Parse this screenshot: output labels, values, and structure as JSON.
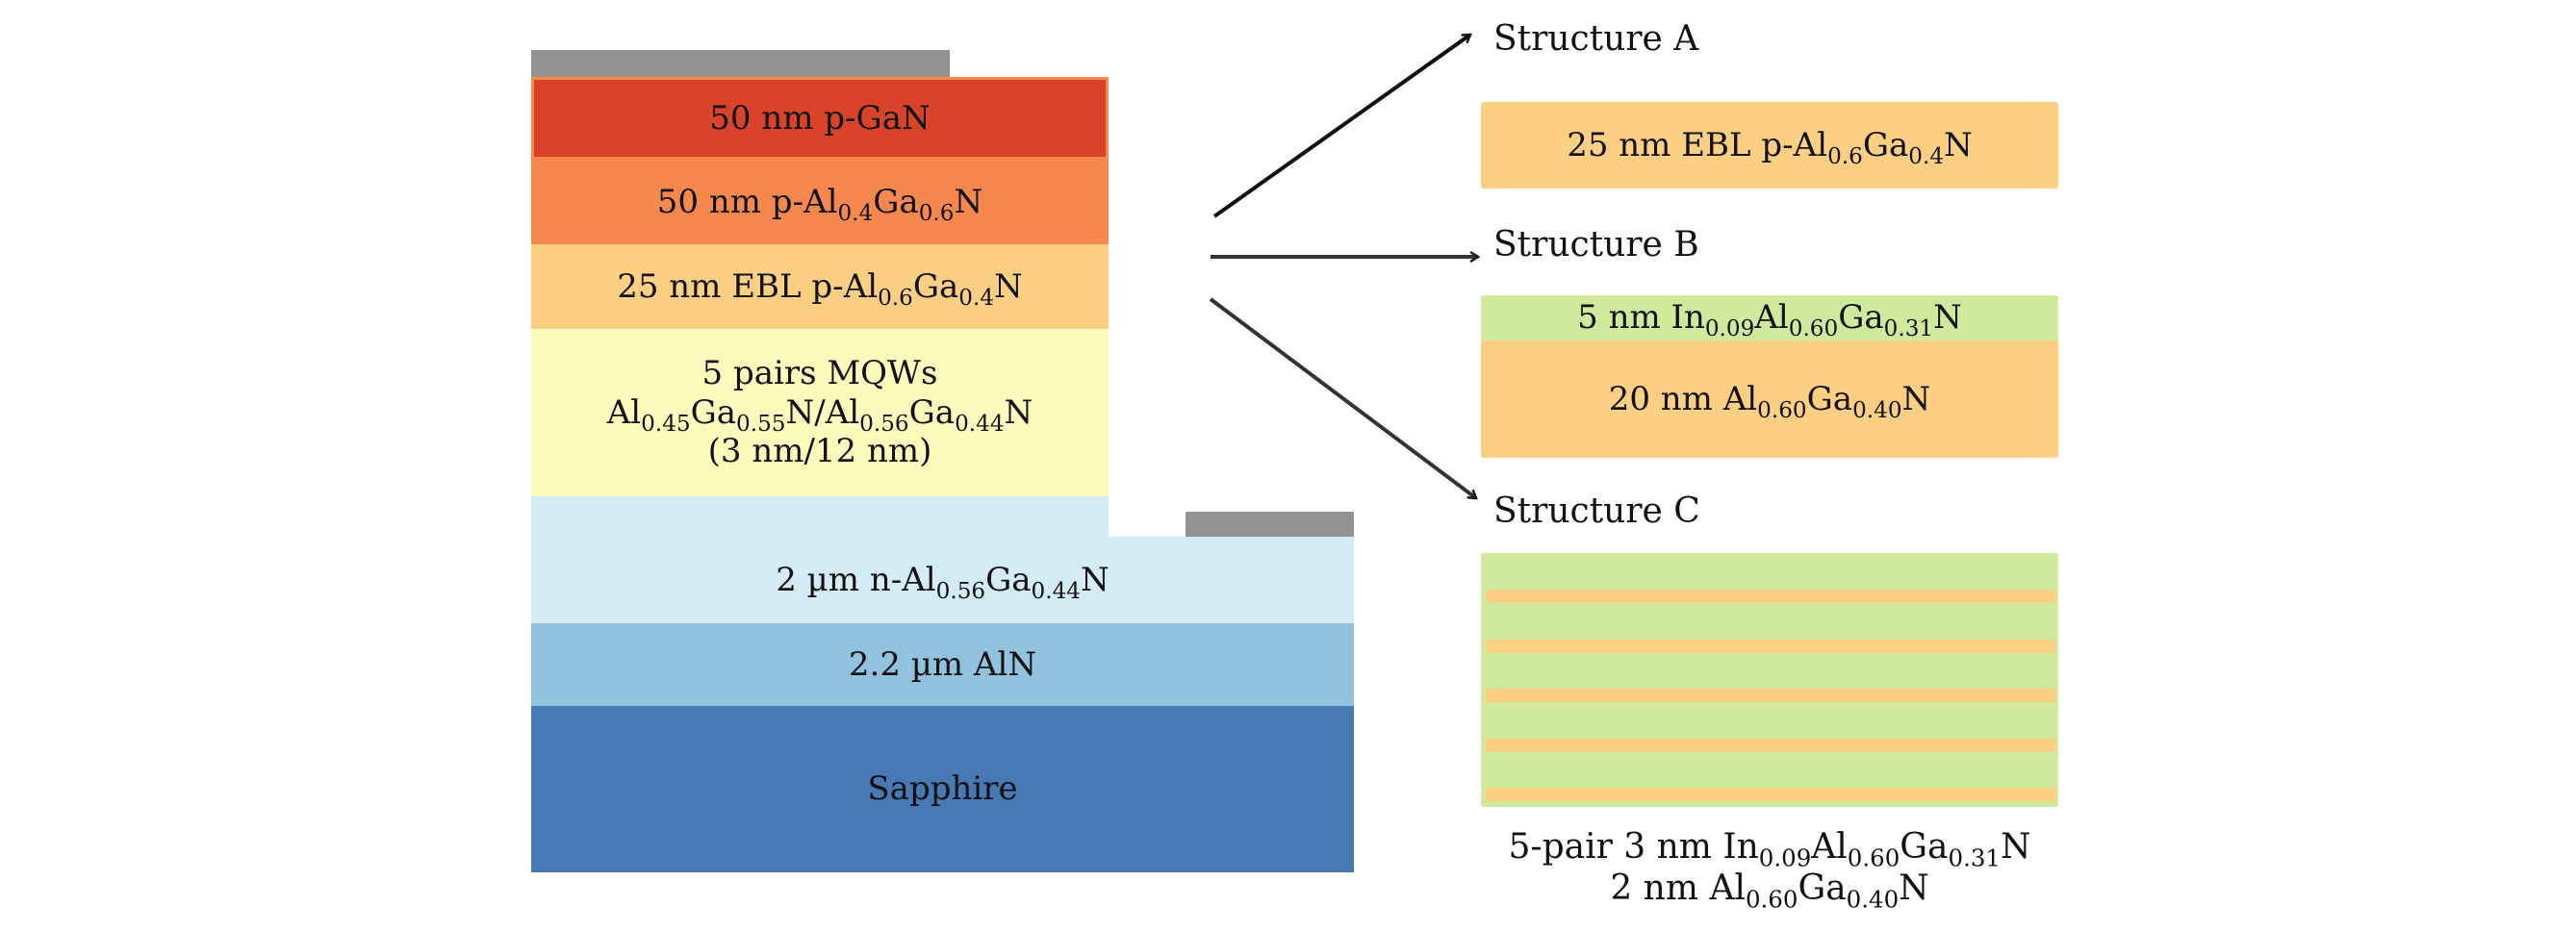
{
  "colors": {
    "p_gan": "#d9432a",
    "p_algan": "#f6884e",
    "ebl": "#fdcf82",
    "mqw": "#fefcbd",
    "n_algan": "#d4ecf4",
    "aln": "#91c3df",
    "sapphire": "#4979b4",
    "contact": "#929292",
    "ingan_green": "#cfe99d",
    "arrow": "#222222"
  },
  "main_stack": {
    "layers": [
      {
        "id": "p-gan",
        "parts": [
          [
            "50 nm p-GaN",
            ""
          ]
        ]
      },
      {
        "id": "p-algan",
        "parts": [
          [
            "50 nm p-Al",
            "0.4"
          ],
          [
            "Ga",
            "0.6"
          ],
          [
            "N",
            ""
          ]
        ]
      },
      {
        "id": "ebl",
        "parts": [
          [
            "25 nm EBL p-Al",
            "0.6"
          ],
          [
            "Ga",
            "0.4"
          ],
          [
            "N",
            ""
          ]
        ]
      },
      {
        "id": "mqw",
        "lines": [
          [
            [
              "5 pairs MQWs",
              ""
            ]
          ],
          [
            [
              "Al",
              "0.45"
            ],
            [
              "Ga",
              "0.55"
            ],
            [
              "N/Al",
              "0.56"
            ],
            [
              "Ga",
              "0.44"
            ],
            [
              "N",
              ""
            ]
          ],
          [
            [
              "(3 nm/12 nm)",
              ""
            ]
          ]
        ]
      },
      {
        "id": "n-algan",
        "parts": [
          [
            "2 µm n-Al",
            "0.56"
          ],
          [
            "Ga",
            "0.44"
          ],
          [
            "N",
            ""
          ]
        ]
      },
      {
        "id": "aln",
        "parts": [
          [
            "2.2 µm AlN",
            ""
          ]
        ]
      },
      {
        "id": "sapphire",
        "parts": [
          [
            "Sapphire",
            ""
          ]
        ]
      }
    ]
  },
  "structures": {
    "a": {
      "title": "Structure A",
      "layers": [
        {
          "parts": [
            [
              "25 nm EBL p-Al",
              "0.6"
            ],
            [
              "Ga",
              "0.4"
            ],
            [
              "N",
              ""
            ]
          ]
        }
      ]
    },
    "b": {
      "title": "Structure B",
      "layers": [
        {
          "parts": [
            [
              "5 nm In",
              "0.09"
            ],
            [
              "Al",
              "0.60"
            ],
            [
              "Ga",
              "0.31"
            ],
            [
              "N",
              ""
            ]
          ]
        },
        {
          "parts": [
            [
              "20 nm Al",
              "0.60"
            ],
            [
              "Ga",
              "0.40"
            ],
            [
              "N",
              ""
            ]
          ]
        }
      ]
    },
    "c": {
      "title": "Structure C",
      "stripe_count": 5,
      "caption_lines": [
        [
          [
            "5-pair 3 nm In",
            "0.09"
          ],
          [
            "Al",
            "0.60"
          ],
          [
            "Ga",
            "0.31"
          ],
          [
            "N",
            ""
          ]
        ],
        [
          [
            "2 nm Al",
            "0.60"
          ],
          [
            "Ga",
            "0.40"
          ],
          [
            "N",
            ""
          ]
        ]
      ]
    }
  }
}
